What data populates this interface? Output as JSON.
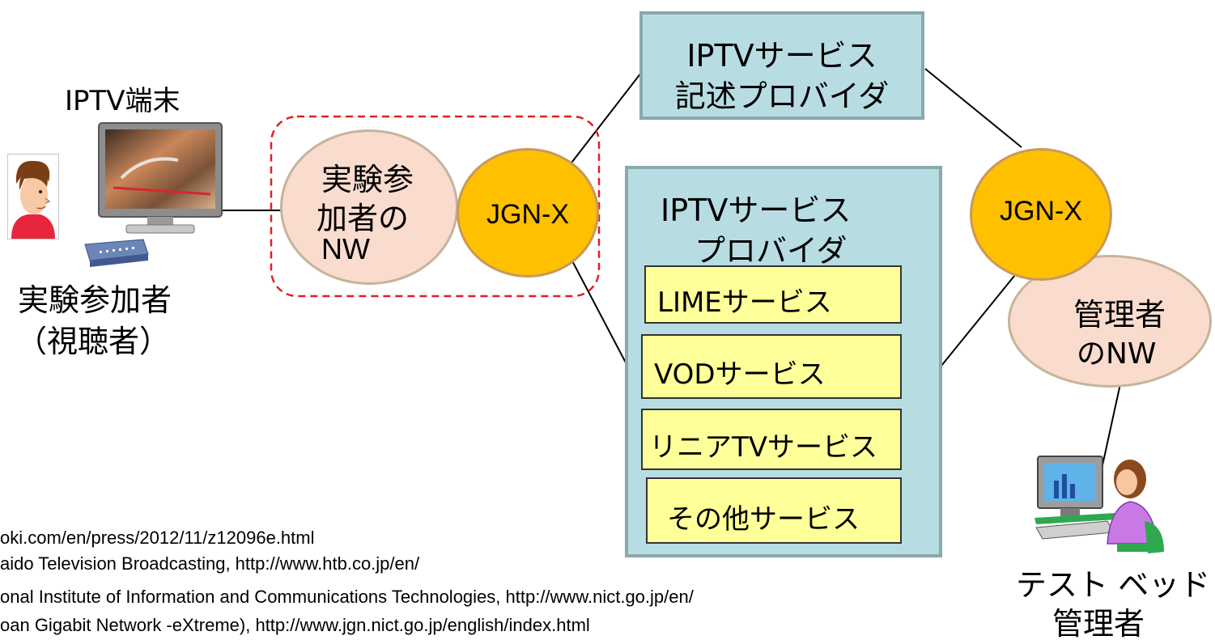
{
  "diagram": {
    "terminal_label": "IPTV端末",
    "participant_label": "実験参加者",
    "participant_sub": "（視聴者）",
    "participant_nw": [
      "実験参",
      "加者の",
      "NW"
    ],
    "jgn_left": "JGN-X",
    "jgn_right": "JGN-X",
    "desc_provider": [
      "IPTVサービス",
      "記述プロバイダ"
    ],
    "service_provider": [
      "IPTVサービス",
      "プロバイダ"
    ],
    "services": [
      "LIMEサービス",
      "VODサービス",
      "リニアTVサービス",
      "その他サービス"
    ],
    "admin_nw": [
      "管理者",
      "のNW"
    ],
    "testbed_admin": [
      "テスト ベッド",
      "管理者"
    ]
  },
  "footnotes": [
    "oki.com/en/press/2012/11/z12096e.html",
    "aido Television Broadcasting, http://www.htb.co.jp/en/",
    "onal Institute of Information and Communications Technologies, http://www.nict.go.jp/en/",
    "oan Gigabit Network -eXtreme), http://www.jgn.nict.go.jp/english/index.html"
  ],
  "colors": {
    "box_fill": "#b7dde3",
    "box_border": "#8aa8ad",
    "service_fill": "#ffff99",
    "jgn_fill": "#ffc000",
    "jgn_border": "#c69a5a",
    "nw_fill": "#f9dcce",
    "nw_border": "#c6b49a",
    "dashed": "#e02020"
  }
}
